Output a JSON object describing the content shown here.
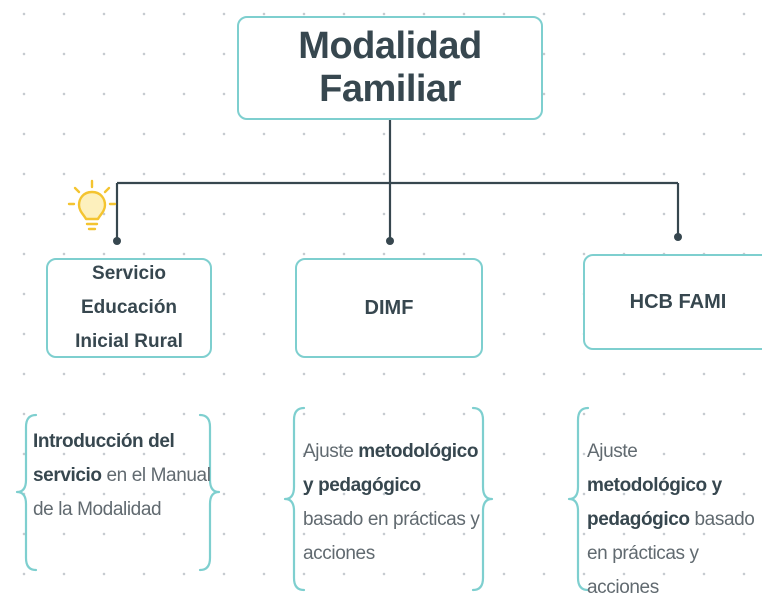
{
  "diagram": {
    "root": {
      "title": "Modalidad Familiar"
    },
    "branches": [
      {
        "label": "Servicio Educación Inicial Rural"
      },
      {
        "label": "DIMF"
      },
      {
        "label": "HCB FAMI"
      }
    ],
    "notes": [
      {
        "bold": "Introducción del servicio",
        "text": " en el Manual de la Modalidad"
      },
      {
        "text_before": "Ajuste ",
        "bold_1": "metodológico y",
        "bold_2": "pedagógico",
        "text_after": " basado en prácticas y acciones"
      },
      {
        "text_before": "Ajuste ",
        "bold_1": "metodológico y",
        "bold_2": "pedagógico",
        "text_after": " basado en prácticas y acciones"
      }
    ],
    "icons": {
      "marker": "lightbulb-icon"
    },
    "colors": {
      "node_border": "#7ecfcf",
      "connector": "#37474f",
      "text": "#37474f",
      "bulb": "#f4c430",
      "background_dots": "#c6cbd0"
    }
  }
}
